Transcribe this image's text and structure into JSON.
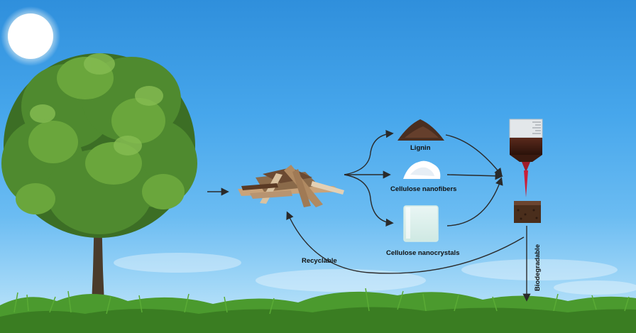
{
  "diagram": {
    "labels": {
      "lignin": "Lignin",
      "cellulose_nanofibers": "Cellulose nanofibers",
      "cellulose_nanocrystals": "Cellulose nanocrystals",
      "recyclable": "Recyclable",
      "biodegradable": "Biodegradable"
    },
    "colors": {
      "sky_top": "#2f8fdc",
      "sky_bottom": "#c8e8f9",
      "grass": "#3f8a2a",
      "arrow": "#2a2a2a"
    },
    "icons": [
      "sun-icon",
      "tree-icon",
      "wood-chips-icon",
      "lignin-powder-icon",
      "nanofibers-icon",
      "nanocrystals-beaker-icon",
      "syringe-icon",
      "printed-block-icon"
    ]
  }
}
